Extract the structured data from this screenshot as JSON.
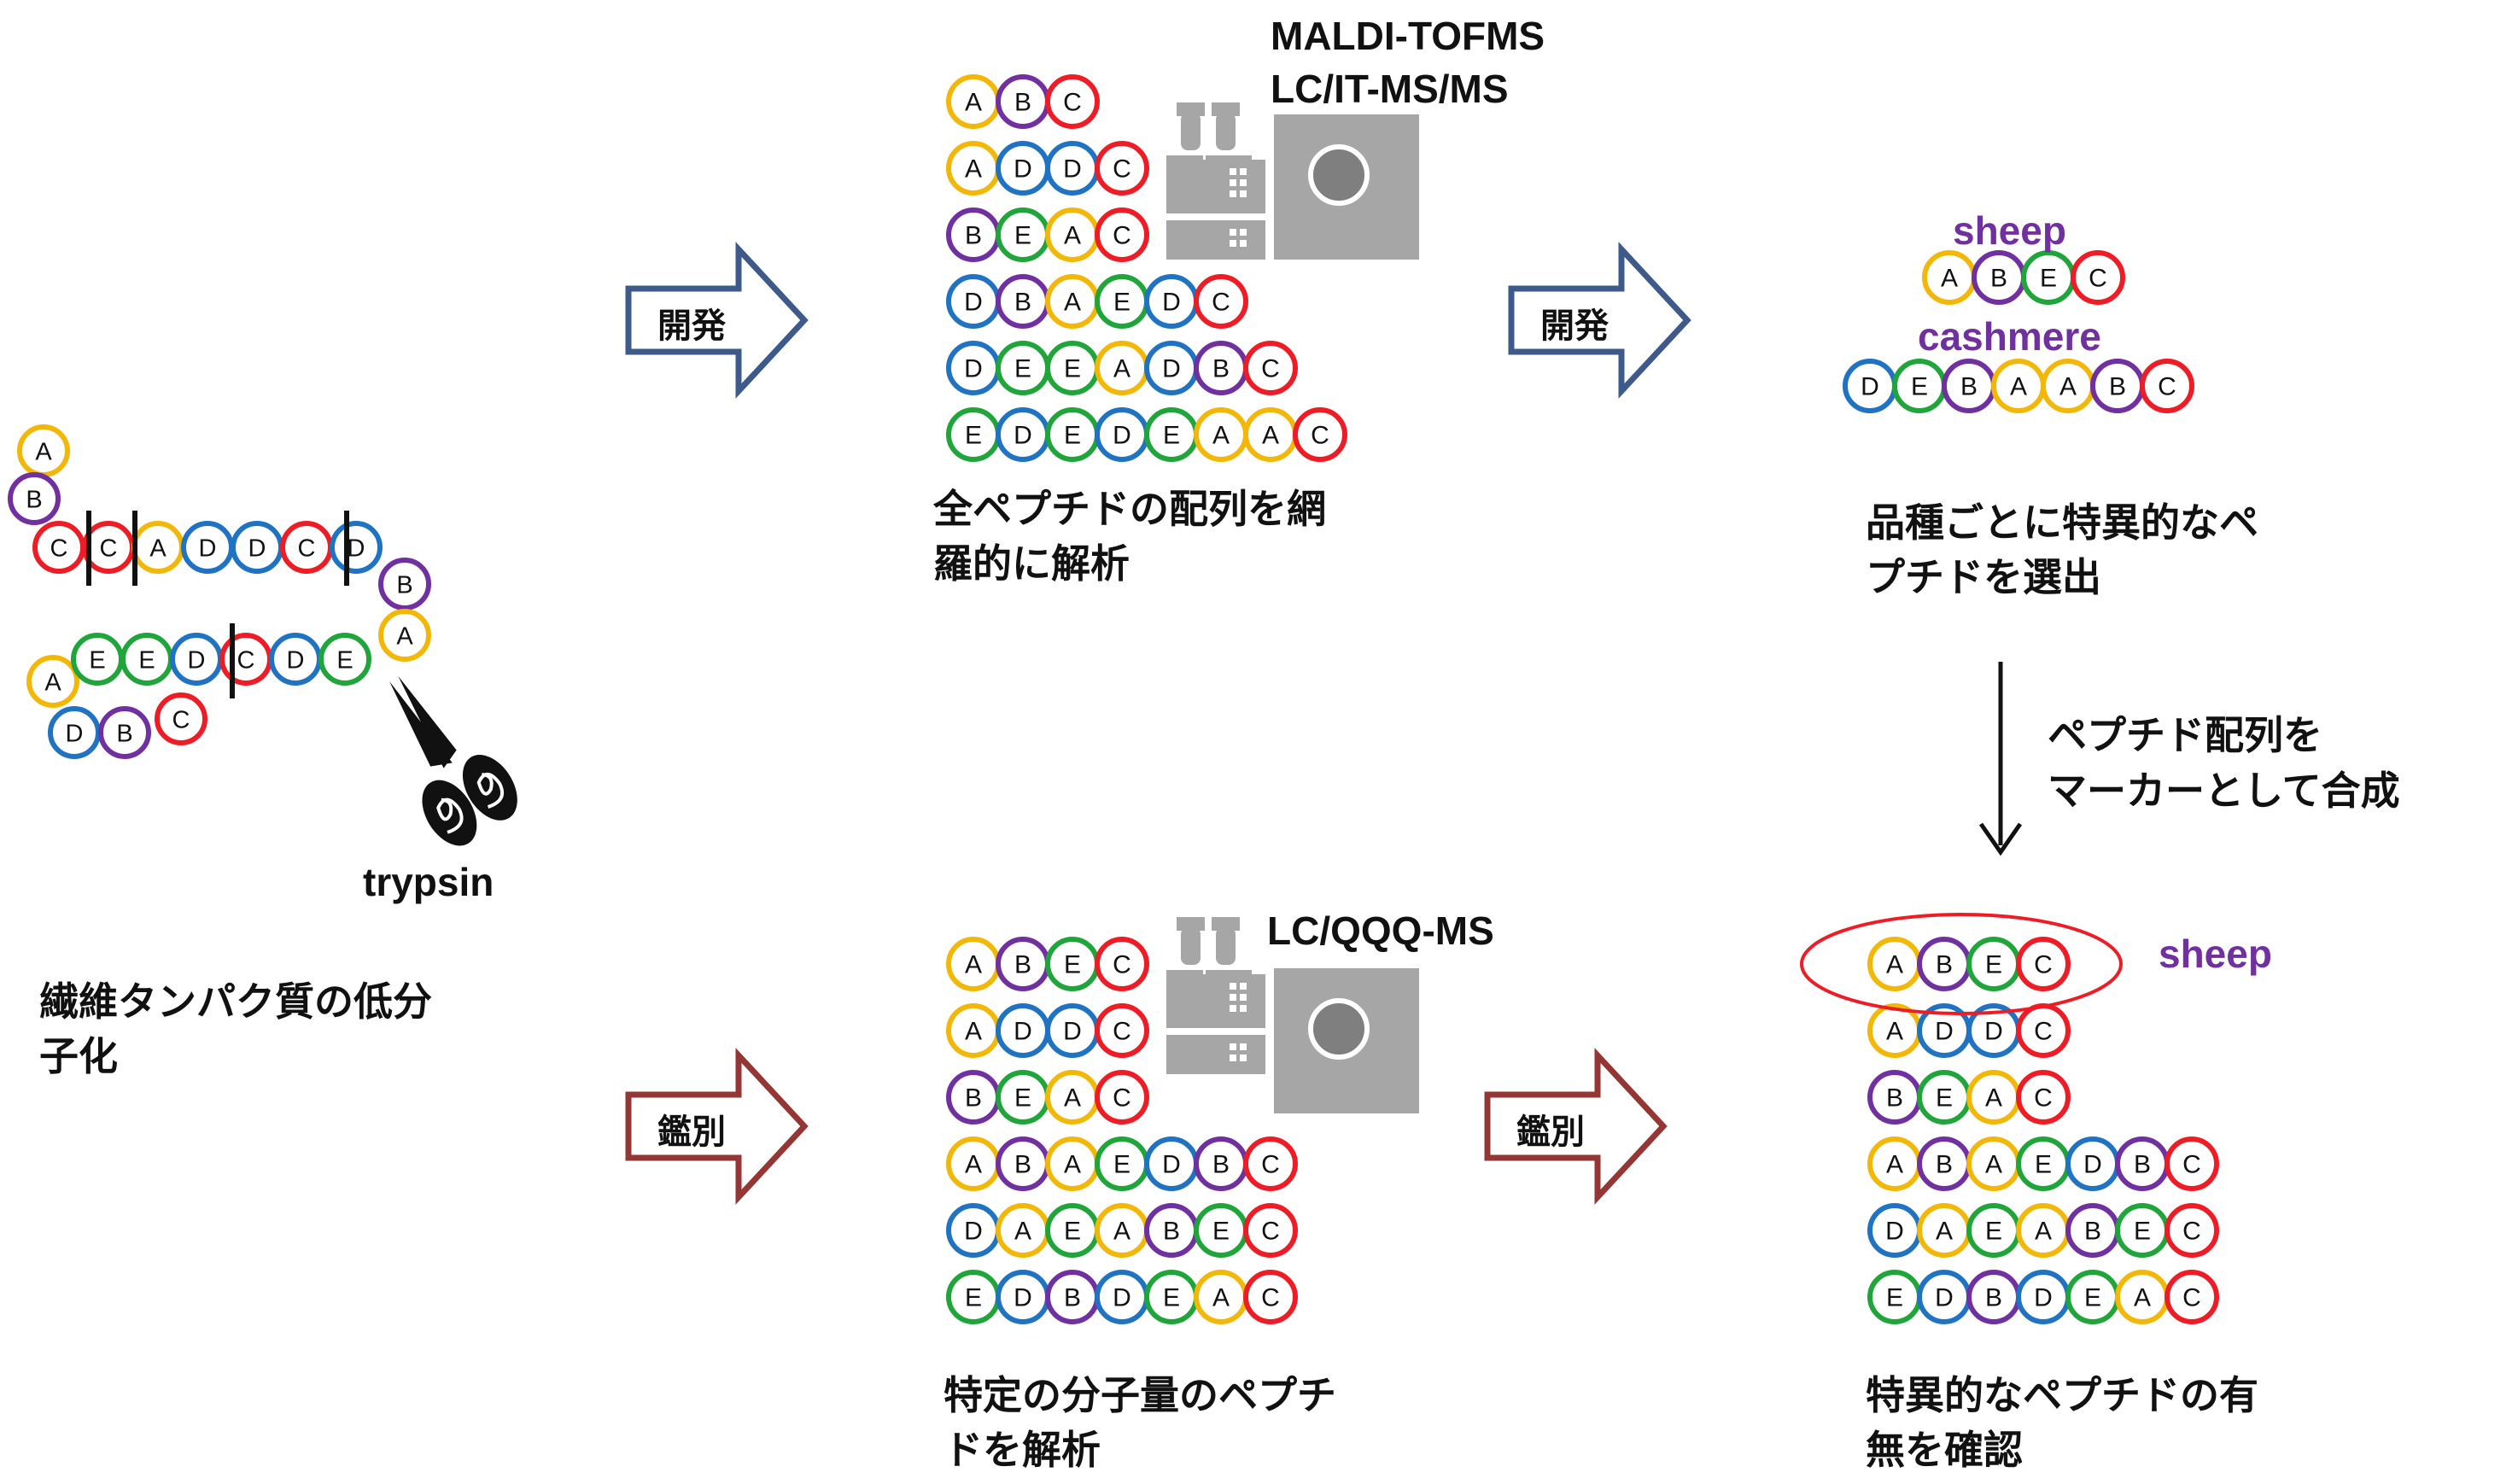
{
  "colors": {
    "A": "#f2b707",
    "B": "#7030a0",
    "C": "#ee1c25",
    "D": "#1f73c2",
    "E": "#1fa53a",
    "develop_arrow": "#3d5a8a",
    "identify_arrow": "#943634",
    "machine": "#a6a6a6",
    "highlight_ring": "#ee1c25"
  },
  "labels": {
    "maldi": "MALDI-TOFMS",
    "lcit": "LC/IT-MS/MS",
    "lcqqq": "LC/QQQ-MS",
    "trypsin": "trypsin",
    "sheep_top": "sheep",
    "cashmere": "cashmere",
    "sheep_right": "sheep"
  },
  "arrows": {
    "develop": "開発",
    "identify": "鑑別",
    "synth_line1": "ペプチド配列を",
    "synth_line2": "マーカーとして合成"
  },
  "captions": {
    "fiber_line1": "繊維タンパク質の低分",
    "fiber_line2": "子化",
    "all_line1": "全ペプチドの配列を網",
    "all_line2": "羅的に解析",
    "select_line1": "品種ごとに特異的なペ",
    "select_line2": "プチドを選出",
    "mass_line1": "特定の分子量のペプチ",
    "mass_line2": "ドを解析",
    "confirm_line1": "特異的なペプチドの有",
    "confirm_line2": "無を確認"
  },
  "peptides": {
    "chain_upper": [
      "C",
      "C",
      "A",
      "D",
      "D",
      "C",
      "D"
    ],
    "chain_ab": [
      "A",
      "B"
    ],
    "chain_turn": [
      "B",
      "A"
    ],
    "chain_lower": [
      "A",
      "E",
      "E",
      "D",
      "C",
      "D",
      "E"
    ],
    "chain_tail": [
      "D",
      "B",
      "C"
    ],
    "library_top": [
      "ABC",
      "ADDC",
      "BEAC",
      "DBAEDC",
      "DEEADBC",
      "EDEDEAAC"
    ],
    "library_bottom": [
      "ABEC",
      "ADDC",
      "BEAC",
      "ABAEDBC",
      "DAEABEC",
      "EDBDEAC"
    ],
    "sheep_marker": "ABEC",
    "cashmere_marker": "DEBAABC",
    "result": [
      "ABEC",
      "ADDC",
      "BEAC",
      "ABAEDBC",
      "DAEABEC",
      "EDBDEAC"
    ]
  }
}
